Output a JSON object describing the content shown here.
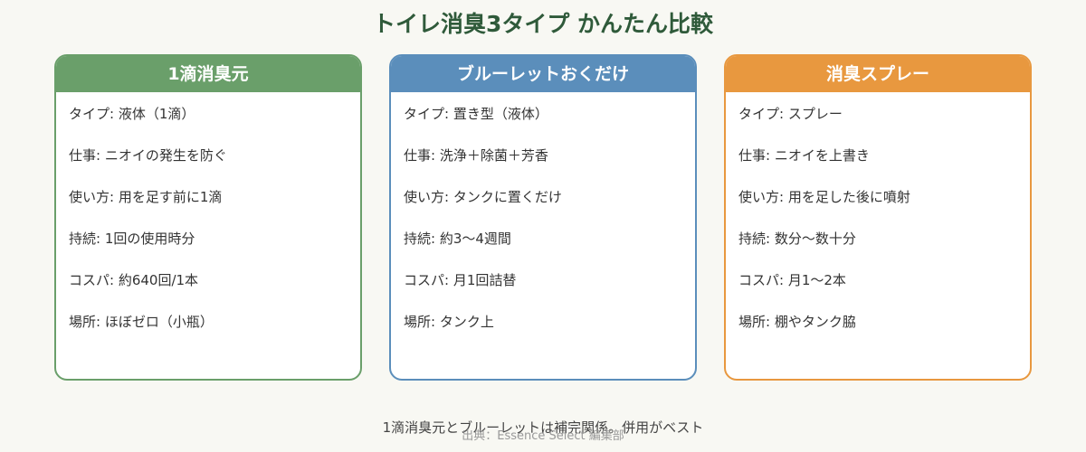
{
  "title": "トイレ消臭3タイプ かんたん比較",
  "colors": {
    "background": "#f8f8f3",
    "title": "#2f5a3a",
    "green": "#6a9f6a",
    "blue": "#5b8ebb",
    "orange": "#e8983f"
  },
  "cards": [
    {
      "name": "1滴消臭元",
      "color": "#6a9f6a",
      "rows": [
        "タイプ: 液体（1滴）",
        "仕事: ニオイの発生を防ぐ",
        "使い方: 用を足す前に1滴",
        "持続: 1回の使用時分",
        "コスパ: 約640回/1本",
        "場所: ほぼゼロ（小瓶）"
      ]
    },
    {
      "name": "ブルーレットおくだけ",
      "color": "#5b8ebb",
      "rows": [
        "タイプ: 置き型（液体）",
        "仕事: 洗浄＋除菌＋芳香",
        "使い方: タンクに置くだけ",
        "持続: 約3〜4週間",
        "コスパ: 月1回詰替",
        "場所: タンク上"
      ]
    },
    {
      "name": "消臭スプレー",
      "color": "#e8983f",
      "rows": [
        "タイプ: スプレー",
        "仕事: ニオイを上書き",
        "使い方: 用を足した後に噴射",
        "持続: 数分〜数十分",
        "コスパ: 月1〜2本",
        "場所: 棚やタンク脇"
      ]
    }
  ],
  "footer_note": "1滴消臭元とブルーレットは補完関係。併用がベスト",
  "source": "出典：Essence Select 編集部"
}
